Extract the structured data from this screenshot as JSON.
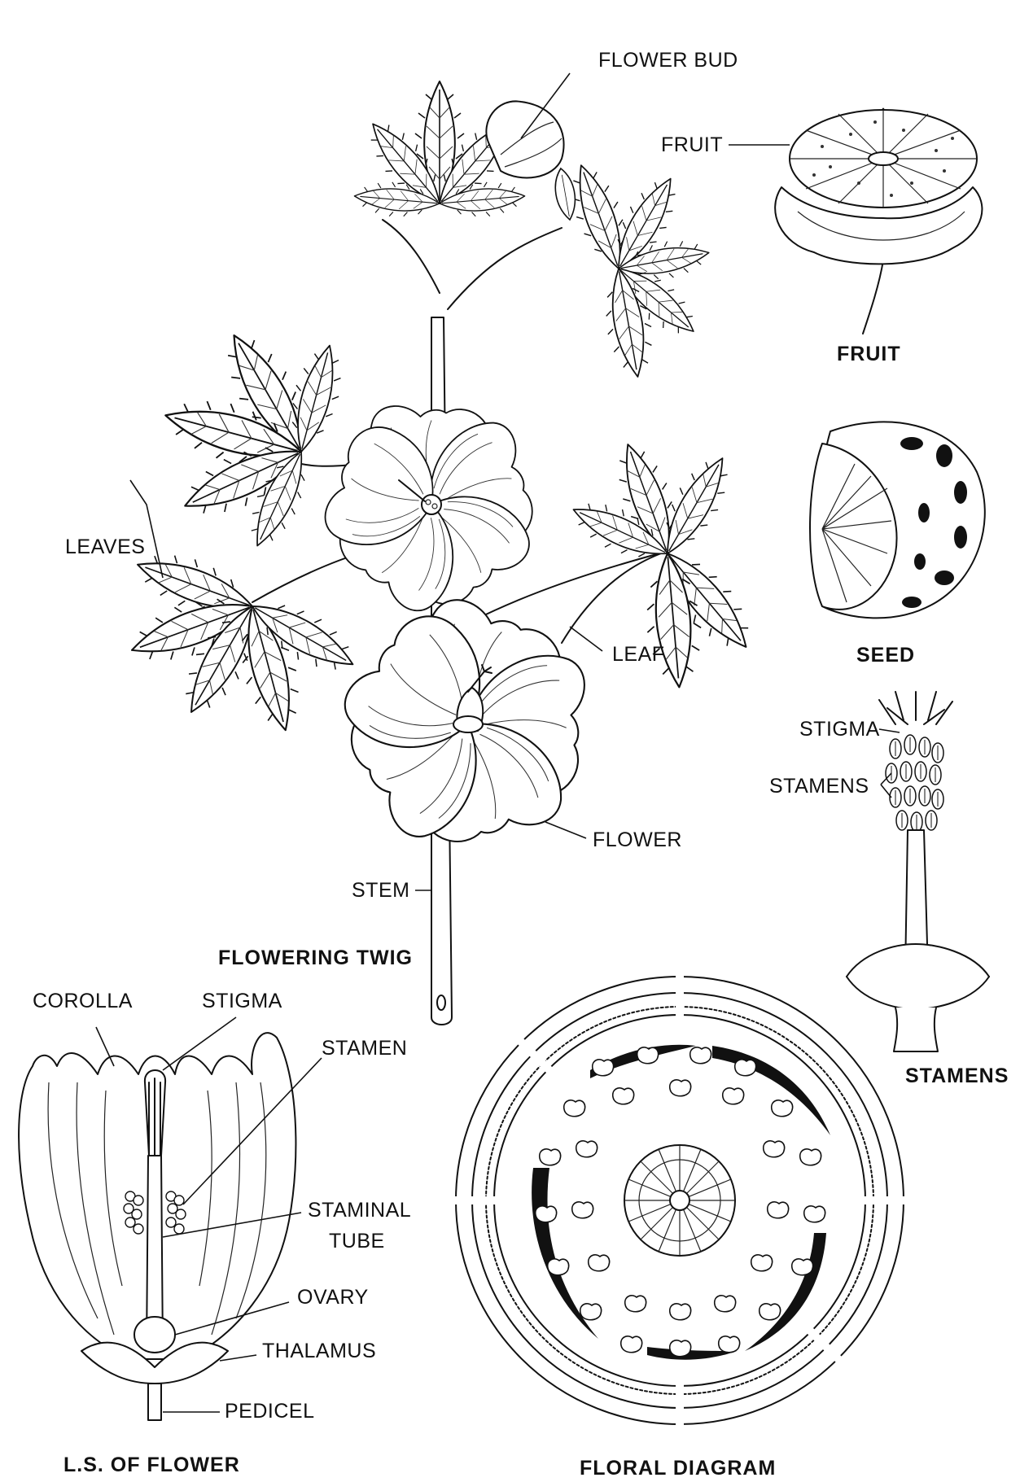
{
  "labels": {
    "flower_bud": "FLOWER BUD",
    "fruit_part": "FRUIT",
    "leaves": "LEAVES",
    "leaf": "LEAF",
    "flower": "FLOWER",
    "stem": "STEM",
    "stigma_stamens": "STIGMA",
    "stamens_part": "STAMENS",
    "corolla": "COROLLA",
    "stigma_ls": "STIGMA",
    "stamen": "STAMEN",
    "staminal_1": "STAMINAL",
    "staminal_2": "TUBE",
    "ovary": "OVARY",
    "thalamus": "THALAMUS",
    "pedicel": "PEDICEL"
  },
  "captions": {
    "flowering_twig": "FLOWERING TWIG",
    "fruit": "FRUIT",
    "seed": "SEED",
    "stamens": "STAMENS",
    "ls_of_flower": "L.S. OF FLOWER",
    "floral_diagram": "FLORAL DIAGRAM"
  }
}
